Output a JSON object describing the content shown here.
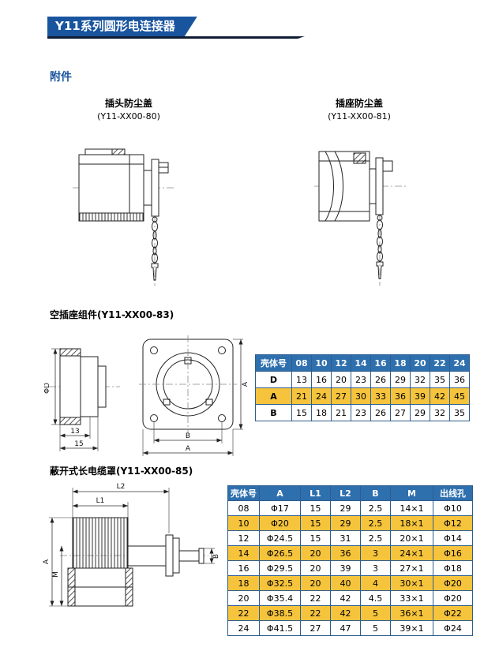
{
  "header": {
    "title": "Y11系列圆形电连接器",
    "section": "附件"
  },
  "figures": {
    "plug_cap": {
      "name": "插头防尘盖",
      "model": "(Y11-XX00-80)"
    },
    "socket_cap": {
      "name": "插座防尘盖",
      "model": "(Y11-XX00-81)"
    },
    "empty_socket": {
      "title": "空插座组件(Y11-XX00-83)"
    },
    "cable_cover": {
      "title": "蔽开式长电缆罩(Y11-XX00-85)"
    }
  },
  "drawings": {
    "empty_socket": {
      "dia": "ΦD",
      "dim_13": "13",
      "dim_15": "15",
      "dim_a": "A",
      "dim_b": "B",
      "dim_a_side": "A"
    },
    "cable_cover": {
      "l1": "L1",
      "l2": "L2",
      "a": "A",
      "m": "M",
      "b": "B"
    }
  },
  "colors": {
    "accent_blue": "#19549e",
    "table_header_blue": "#2e6fae",
    "highlight_yellow": "#f6c43c"
  },
  "table1": {
    "header": [
      "壳体号",
      "08",
      "10",
      "12",
      "14",
      "16",
      "18",
      "20",
      "22",
      "24"
    ],
    "rows": [
      {
        "highlight": false,
        "cells": [
          "D",
          "13",
          "16",
          "20",
          "23",
          "26",
          "29",
          "32",
          "35",
          "36"
        ]
      },
      {
        "highlight": true,
        "cells": [
          "A",
          "21",
          "24",
          "27",
          "30",
          "33",
          "36",
          "39",
          "42",
          "45"
        ]
      },
      {
        "highlight": false,
        "cells": [
          "B",
          "15",
          "18",
          "21",
          "23",
          "26",
          "27",
          "29",
          "32",
          "35"
        ]
      }
    ]
  },
  "table2": {
    "header": [
      "壳体号",
      "A",
      "L1",
      "L2",
      "B",
      "M",
      "出线孔"
    ],
    "rows": [
      {
        "highlight": false,
        "cells": [
          "08",
          "Φ17",
          "15",
          "29",
          "2.5",
          "14×1",
          "Φ10"
        ]
      },
      {
        "highlight": true,
        "cells": [
          "10",
          "Φ20",
          "15",
          "29",
          "2.5",
          "18×1",
          "Φ12"
        ]
      },
      {
        "highlight": false,
        "cells": [
          "12",
          "Φ24.5",
          "15",
          "31",
          "2.5",
          "20×1",
          "Φ14"
        ]
      },
      {
        "highlight": true,
        "cells": [
          "14",
          "Φ26.5",
          "20",
          "36",
          "3",
          "24×1",
          "Φ16"
        ]
      },
      {
        "highlight": false,
        "cells": [
          "16",
          "Φ29.5",
          "20",
          "39",
          "3",
          "27×1",
          "Φ18"
        ]
      },
      {
        "highlight": true,
        "cells": [
          "18",
          "Φ32.5",
          "20",
          "40",
          "4",
          "30×1",
          "Φ20"
        ]
      },
      {
        "highlight": false,
        "cells": [
          "20",
          "Φ35.4",
          "22",
          "42",
          "4.5",
          "33×1",
          "Φ20"
        ]
      },
      {
        "highlight": true,
        "cells": [
          "22",
          "Φ38.5",
          "22",
          "42",
          "5",
          "36×1",
          "Φ22"
        ]
      },
      {
        "highlight": false,
        "cells": [
          "24",
          "Φ41.5",
          "27",
          "47",
          "5",
          "39×1",
          "Φ24"
        ]
      }
    ]
  }
}
